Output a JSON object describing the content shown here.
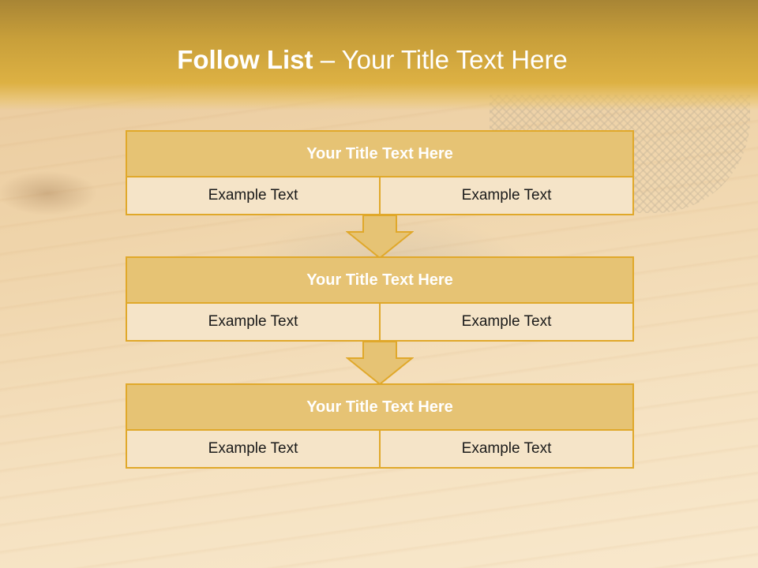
{
  "slide": {
    "title_bold": "Follow List",
    "title_rest": " – Your Title Text Here",
    "blocks": [
      {
        "title": "Your Title Text Here",
        "left": "Example Text",
        "right": "Example Text"
      },
      {
        "title": "Your Title Text Here",
        "left": "Example Text",
        "right": "Example Text"
      },
      {
        "title": "Your Title Text Here",
        "left": "Example Text",
        "right": "Example Text"
      }
    ]
  },
  "colors": {
    "header": "#ddb143",
    "block_head": "#e6c374",
    "block_border": "#e0a82a",
    "block_body": "#f5e4c8",
    "arrow_fill": "#e6c374"
  },
  "icons": {
    "connector": "down-arrow-icon"
  }
}
